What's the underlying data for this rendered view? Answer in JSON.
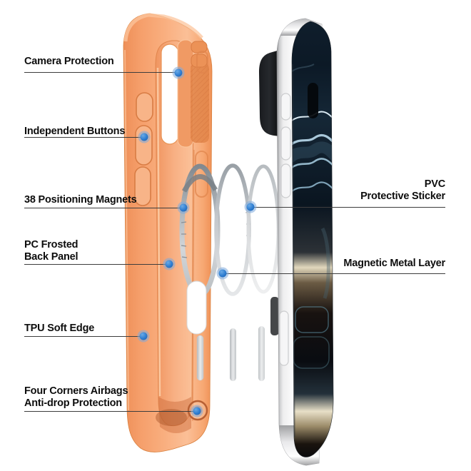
{
  "callouts": {
    "camera_protection": {
      "label": "Camera Protection"
    },
    "independent_buttons": {
      "label": "Independent Buttons"
    },
    "positioning_magnets": {
      "label": "38 Positioning Magnets"
    },
    "pc_frosted_back_panel": {
      "line1": "PC Frosted",
      "line2": "Back Panel"
    },
    "tpu_soft_edge": {
      "label": "TPU Soft Edge"
    },
    "four_corners_airbags": {
      "line1": "Four Corners Airbags",
      "line2": "Anti-drop Protection"
    },
    "pvc_protective_sticker": {
      "line1": "PVC",
      "line2": "Protective Sticker"
    },
    "magnetic_metal_layer": {
      "label": "Magnetic Metal Layer"
    }
  },
  "colors": {
    "background": "#ffffff",
    "case_orange": "#f7a472",
    "case_orange_dark": "#e0854c",
    "callout_dot_blue": "#2d7cd0",
    "leader_line": "#3d3d3d",
    "label_text": "#0d0d0d",
    "phone_frame_silver": "#eeeeef",
    "phone_glass_dark": "#0d1b26",
    "magnet_ring_gray": "#b9bdc1"
  }
}
